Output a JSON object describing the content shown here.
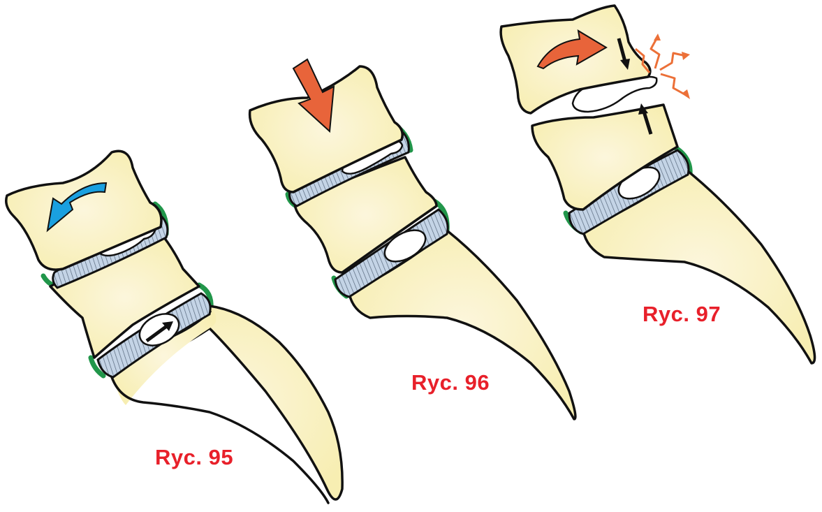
{
  "figures": [
    {
      "caption": "Ryc. 95"
    },
    {
      "caption": "Ryc. 96"
    },
    {
      "caption": "Ryc. 97"
    }
  ],
  "colors": {
    "caption": "#e8202a",
    "bone": "#f7eeb2",
    "bone_center": "#fcf6dc",
    "outline": "#111111",
    "disc": "#c4d4e6",
    "disc_lines": "#55667a",
    "ligament": "#21964a",
    "nucleus": "#ffffff",
    "arrow_rotation_blue": "#1aa0e0",
    "arrow_force_orange": "#e8643a",
    "arrow_black": "#111111",
    "pain_burst": "#ec7038"
  },
  "icons": [
    "rotation-arrow-icon",
    "compression-arrow-icon",
    "pain-burst-icon",
    "nucleus-direction-arrow-icon"
  ]
}
